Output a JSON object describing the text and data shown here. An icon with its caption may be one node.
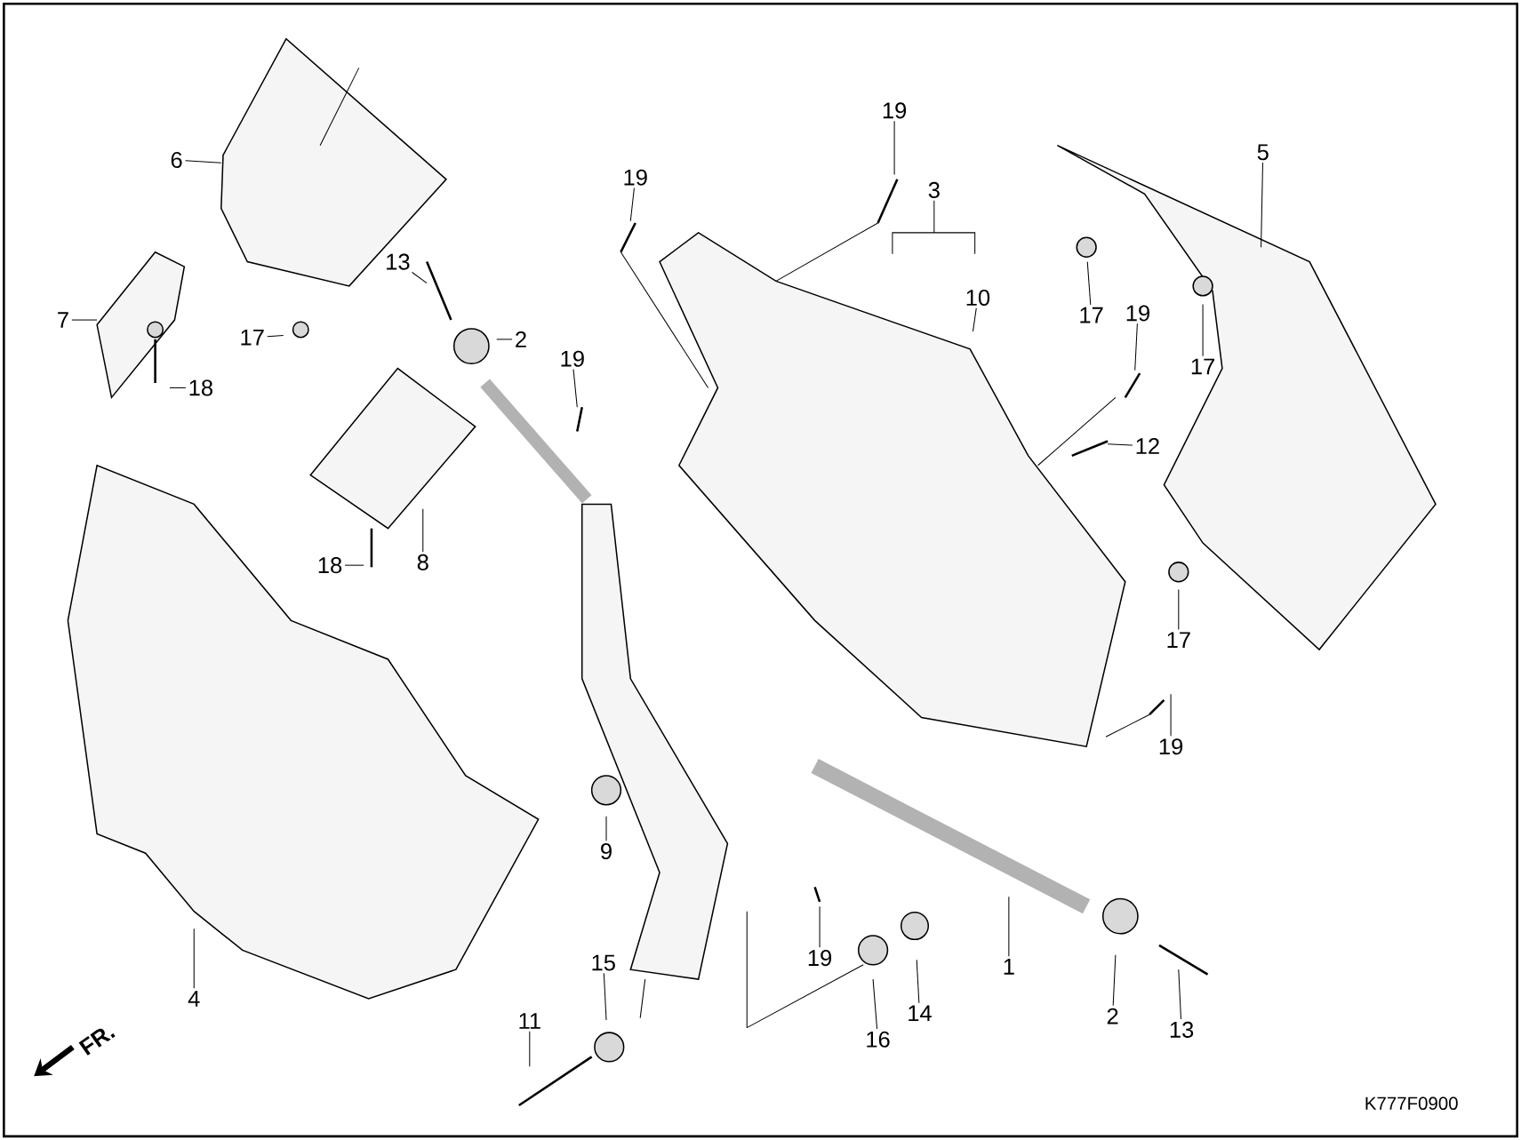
{
  "diagram": {
    "nodes": [
      {
        "text": [
          "6"
        ]
      },
      {
        "text": [
          "7"
        ]
      },
      {
        "text": [
          "18"
        ]
      },
      {
        "text": [
          "17"
        ]
      },
      {
        "text": [
          "13"
        ]
      },
      {
        "text": [
          "2"
        ]
      },
      {
        "text": [
          "19"
        ]
      },
      {
        "text": [
          "19"
        ]
      },
      {
        "text": [
          "3"
        ]
      },
      {
        "text": [
          "10"
        ]
      },
      {
        "text": [
          "5"
        ]
      },
      {
        "text": [
          "17"
        ]
      },
      {
        "text": [
          "19"
        ]
      },
      {
        "text": [
          "17"
        ]
      },
      {
        "text": [
          "12"
        ]
      },
      {
        "text": [
          "19"
        ]
      },
      {
        "text": [
          "18"
        ]
      },
      {
        "text": [
          "8"
        ]
      },
      {
        "text": [
          "17"
        ]
      },
      {
        "text": [
          "19"
        ]
      },
      {
        "text": [
          "9"
        ]
      },
      {
        "text": [
          "19"
        ]
      },
      {
        "text": [
          "1"
        ]
      },
      {
        "text": [
          "2"
        ]
      },
      {
        "text": [
          "13"
        ]
      },
      {
        "text": [
          "14"
        ]
      },
      {
        "text": [
          "16"
        ]
      },
      {
        "text": [
          "15"
        ]
      },
      {
        "text": [
          "11"
        ]
      },
      {
        "text": [
          "4"
        ]
      }
    ],
    "edges": [
      {
        "from": 0,
        "to": null,
        "arrow": "none"
      },
      {
        "from": 1,
        "to": null,
        "arrow": "none"
      },
      {
        "from": 2,
        "to": null,
        "arrow": "none"
      },
      {
        "from": 3,
        "to": null,
        "arrow": "none"
      },
      {
        "from": 4,
        "to": null,
        "arrow": "none"
      },
      {
        "from": 5,
        "to": null,
        "arrow": "none"
      },
      {
        "from": 6,
        "to": null,
        "arrow": "none"
      },
      {
        "from": 7,
        "to": null,
        "arrow": "none"
      },
      {
        "from": 8,
        "to": null,
        "arrow": "none"
      },
      {
        "from": 9,
        "to": null,
        "arrow": "none"
      },
      {
        "from": 10,
        "to": null,
        "arrow": "none"
      },
      {
        "from": 11,
        "to": null,
        "arrow": "none"
      },
      {
        "from": 12,
        "to": null,
        "arrow": "none"
      },
      {
        "from": 13,
        "to": null,
        "arrow": "none"
      },
      {
        "from": 14,
        "to": null,
        "arrow": "none"
      },
      {
        "from": 15,
        "to": null,
        "arrow": "none"
      },
      {
        "from": 16,
        "to": null,
        "arrow": "none"
      },
      {
        "from": 17,
        "to": null,
        "arrow": "none"
      },
      {
        "from": 18,
        "to": null,
        "arrow": "none"
      },
      {
        "from": 19,
        "to": null,
        "arrow": "none"
      },
      {
        "from": 20,
        "to": null,
        "arrow": "none"
      },
      {
        "from": 21,
        "to": null,
        "arrow": "none"
      },
      {
        "from": 22,
        "to": null,
        "arrow": "none"
      },
      {
        "from": 23,
        "to": null,
        "arrow": "none"
      },
      {
        "from": 24,
        "to": null,
        "arrow": "none"
      },
      {
        "from": 25,
        "to": null,
        "arrow": "none"
      },
      {
        "from": 26,
        "to": null,
        "arrow": "none"
      },
      {
        "from": 27,
        "to": null,
        "arrow": "none"
      },
      {
        "from": 28,
        "to": null,
        "arrow": "none"
      },
      {
        "from": 29,
        "to": null,
        "arrow": "none"
      }
    ],
    "labels": [
      "FR.",
      "K777F0900"
    ]
  }
}
